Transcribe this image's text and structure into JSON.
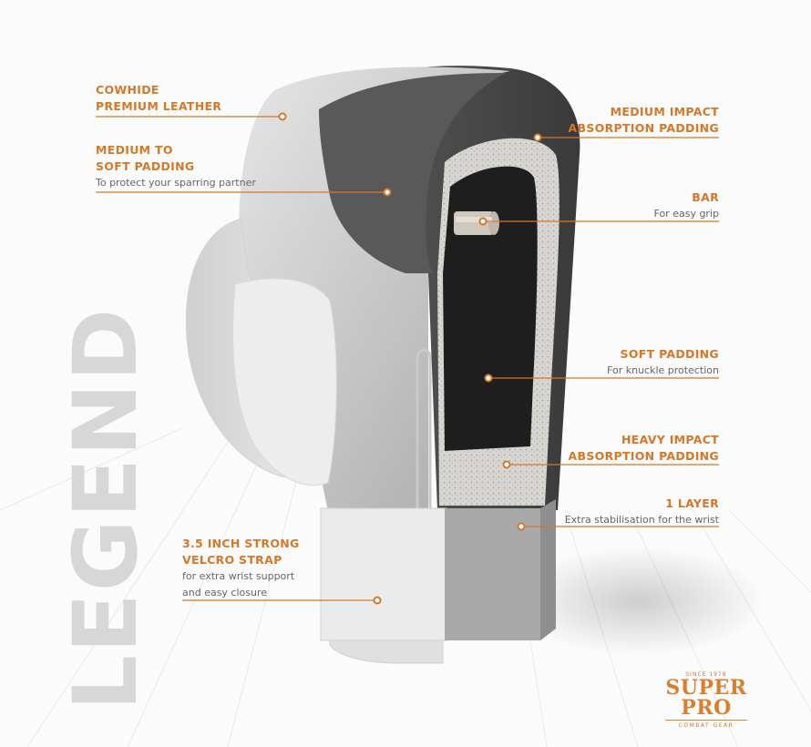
{
  "watermark": "LEGEND",
  "accent_color": "#d4782a",
  "labels": [
    {
      "id": "cowhide",
      "title_lines": [
        "COWHIDE",
        "PREMIUM LEATHER"
      ],
      "subtitle_lines": []
    },
    {
      "id": "medium-soft",
      "title_lines": [
        "MEDIUM TO",
        "SOFT PADDING"
      ],
      "subtitle_lines": [
        "To protect your sparring partner"
      ]
    },
    {
      "id": "medium-impact",
      "title_lines": [
        "MEDIUM IMPACT",
        "ABSORPTION PADDING"
      ],
      "subtitle_lines": []
    },
    {
      "id": "bar",
      "title_lines": [
        "BAR"
      ],
      "subtitle_lines": [
        "For easy grip"
      ]
    },
    {
      "id": "soft-padding",
      "title_lines": [
        "SOFT PADDING"
      ],
      "subtitle_lines": [
        "For knuckle protection"
      ]
    },
    {
      "id": "heavy-impact",
      "title_lines": [
        "HEAVY IMPACT",
        "ABSORPTION PADDING"
      ],
      "subtitle_lines": []
    },
    {
      "id": "layer",
      "title_lines": [
        "1 LAYER"
      ],
      "subtitle_lines": [
        "Extra stabilisation for the wrist"
      ]
    },
    {
      "id": "velcro",
      "title_lines": [
        "3.5 INCH STRONG",
        "VELCRO STRAP"
      ],
      "subtitle_lines": [
        "for extra wrist support",
        "and easy closure"
      ]
    }
  ],
  "logo": {
    "since": "SINCE 1978",
    "brand": "SUPER PRO",
    "tagline": "COMBAT GEAR"
  }
}
